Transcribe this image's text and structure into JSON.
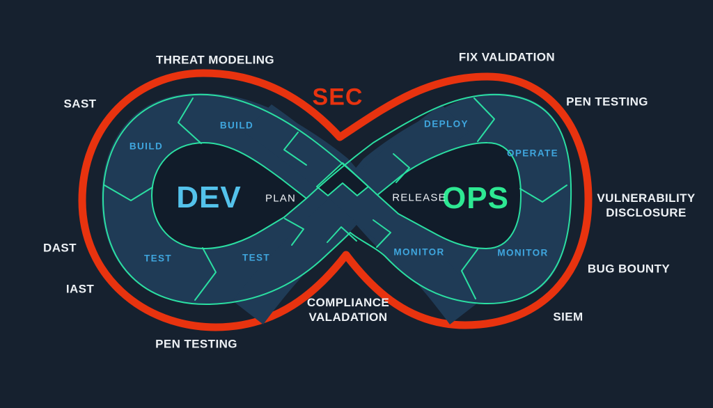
{
  "title": "DevSecOps Infinity Loop Diagram",
  "colors": {
    "background": "#16212F",
    "loop_interior": "#111C2A",
    "ribbon_fill": "#1F3B56",
    "ribbon_outline": "#2BDFA2",
    "security_loop": "#E8330F",
    "dev_text": "#54C2EB",
    "ops_text": "#2EE893",
    "stage_text": "#3FA6DE",
    "label_text": "#EDF1F5"
  },
  "center": {
    "sec": "SEC",
    "dev": "DEV",
    "ops": "OPS"
  },
  "stages": {
    "plan": "PLAN",
    "release": "RELEASE",
    "dev": [
      {
        "id": "build-left",
        "label": "BUILD"
      },
      {
        "id": "build-top",
        "label": "BUILD"
      },
      {
        "id": "test-left",
        "label": "TEST"
      },
      {
        "id": "test-right",
        "label": "TEST"
      }
    ],
    "ops": [
      {
        "id": "deploy",
        "label": "DEPLOY"
      },
      {
        "id": "operate",
        "label": "OPERATE"
      },
      {
        "id": "monitor-right",
        "label": "MONITOR"
      },
      {
        "id": "monitor-left",
        "label": "MONITOR"
      }
    ]
  },
  "security_practices": [
    {
      "id": "threat-modeling",
      "label": "THREAT MODELING"
    },
    {
      "id": "fix-validation",
      "label": "FIX VALIDATION"
    },
    {
      "id": "sast",
      "label": "SAST"
    },
    {
      "id": "pen-testing-top-right",
      "label": "PEN TESTING"
    },
    {
      "id": "dast",
      "label": "DAST"
    },
    {
      "id": "iast",
      "label": "IAST"
    },
    {
      "id": "pen-testing-bottom-left",
      "label": "PEN TESTING"
    },
    {
      "id": "compliance-valadation",
      "label": "COMPLIANCE\nVALADATION"
    },
    {
      "id": "vulnerability-disclosure",
      "label": "VULNERABILITY\nDISCLOSURE"
    },
    {
      "id": "bug-bounty",
      "label": "BUG BOUNTY"
    },
    {
      "id": "siem",
      "label": "SIEM"
    }
  ]
}
